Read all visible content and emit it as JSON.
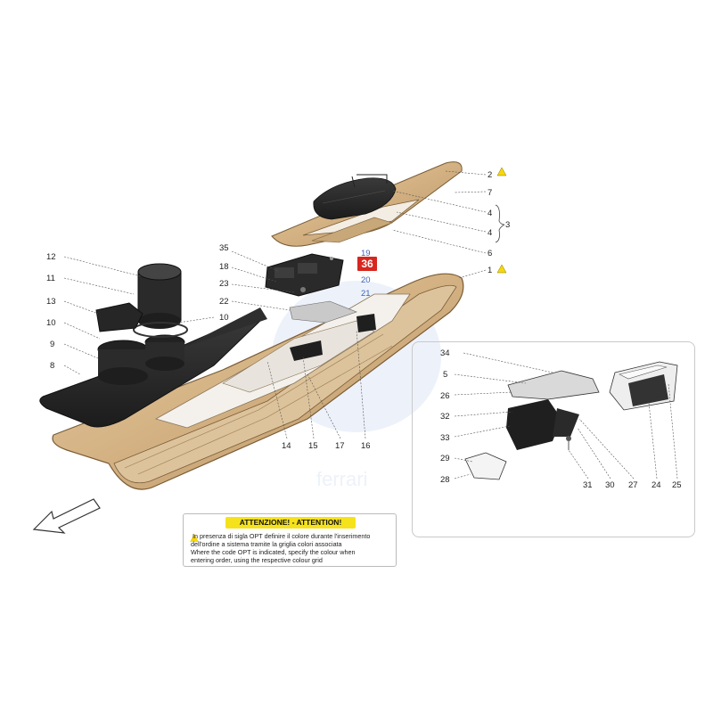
{
  "callouts": {
    "c1": "1",
    "c2": "2",
    "c3": "3",
    "c4": "4",
    "c5": "5",
    "c6": "6",
    "c7": "7",
    "c8": "8",
    "c9": "9",
    "c10a": "10",
    "c10b": "10",
    "c11": "11",
    "c12": "12",
    "c13": "13",
    "c14": "14",
    "c15": "15",
    "c16": "16",
    "c17": "17",
    "c18": "18",
    "c19": "19",
    "c20": "20",
    "c21": "21",
    "c22": "22",
    "c23": "23",
    "c35": "35",
    "i24": "24",
    "i25": "25",
    "i26": "26",
    "i27": "27",
    "i28": "28",
    "i29": "29",
    "i30": "30",
    "i31": "31",
    "i32": "32",
    "i33": "33",
    "i34": "34",
    "i5": "5"
  },
  "highlight_badge": "36",
  "watermark": "ferrari",
  "warning": {
    "title": "ATTENZIONE! - ATTENTION!",
    "line1": "In presenza di sigla OPT definire il colore durante l'inserimento",
    "line2": "dell'ordine a sistema tramite la griglia colori associata",
    "line3": "Where the code OPT is indicated, specify the colour when",
    "line4": "entering order, using the respective colour grid"
  },
  "colors": {
    "trim_tan": "#d9b98c",
    "trim_edge": "#7a5c36",
    "dark_part": "#2a2a2a",
    "badge_red": "#d7261e",
    "warn_yellow": "#f5e21a",
    "callout_blue": "#3a64b8"
  }
}
